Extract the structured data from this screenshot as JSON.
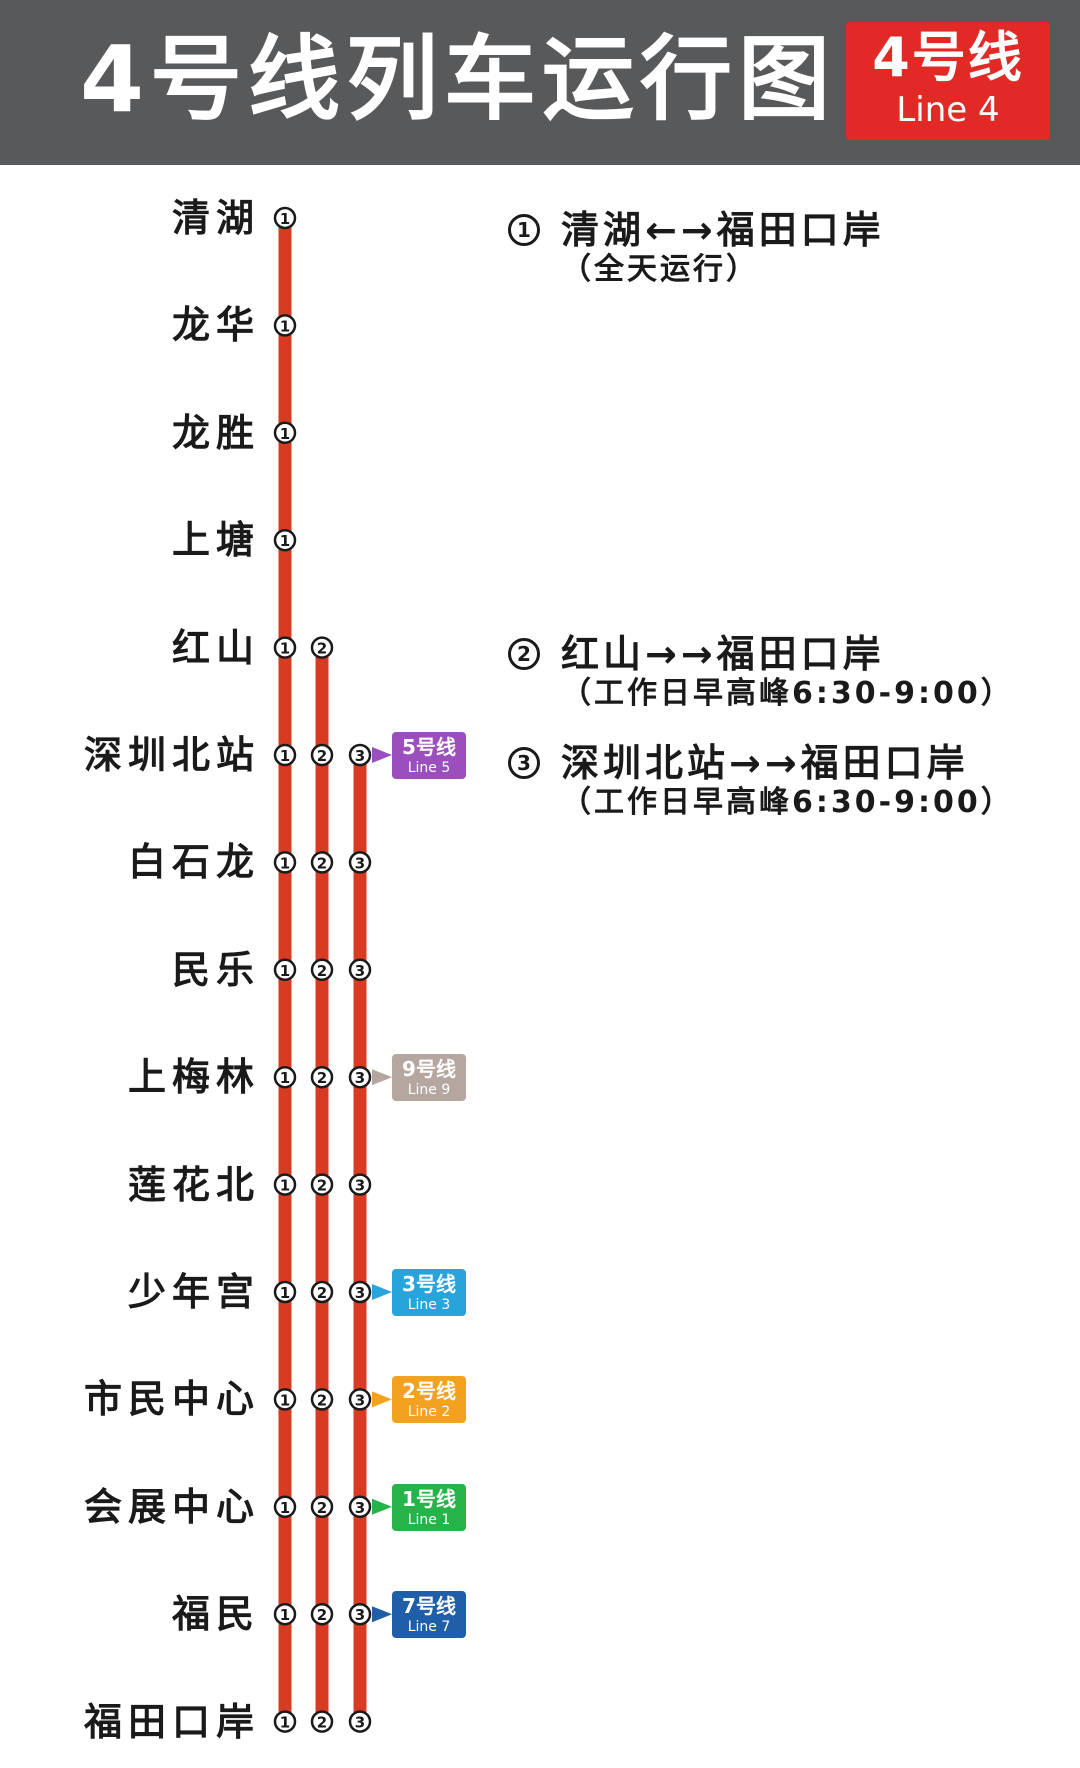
{
  "header": {
    "title": "4号线列车运行图",
    "line_badge": {
      "zh": "4号线",
      "en": "Line 4"
    }
  },
  "colors": {
    "header_bg": "#58595b",
    "line_red": "#e12a26",
    "track_red": "#d93a22"
  },
  "stations": [
    {
      "name": "清湖",
      "services": [
        "1"
      ]
    },
    {
      "name": "龙华",
      "services": [
        "1"
      ]
    },
    {
      "name": "龙胜",
      "services": [
        "1"
      ]
    },
    {
      "name": "上塘",
      "services": [
        "1"
      ]
    },
    {
      "name": "红山",
      "services": [
        "1",
        "2"
      ]
    },
    {
      "name": "深圳北站",
      "services": [
        "1",
        "2",
        "3"
      ],
      "transfer": {
        "zh": "5号线",
        "en": "Line 5",
        "color": "#9b4fbd"
      }
    },
    {
      "name": "白石龙",
      "services": [
        "1",
        "2",
        "3"
      ]
    },
    {
      "name": "民乐",
      "services": [
        "1",
        "2",
        "3"
      ]
    },
    {
      "name": "上梅林",
      "services": [
        "1",
        "2",
        "3"
      ],
      "transfer": {
        "zh": "9号线",
        "en": "Line 9",
        "color": "#b5a6a0"
      }
    },
    {
      "name": "莲花北",
      "services": [
        "1",
        "2",
        "3"
      ]
    },
    {
      "name": "少年宫",
      "services": [
        "1",
        "2",
        "3"
      ],
      "transfer": {
        "zh": "3号线",
        "en": "Line 3",
        "color": "#27a4dc"
      }
    },
    {
      "name": "市民中心",
      "services": [
        "1",
        "2",
        "3"
      ],
      "transfer": {
        "zh": "2号线",
        "en": "Line 2",
        "color": "#f3a21f"
      }
    },
    {
      "name": "会展中心",
      "services": [
        "1",
        "2",
        "3"
      ],
      "transfer": {
        "zh": "1号线",
        "en": "Line 1",
        "color": "#26b34a"
      }
    },
    {
      "name": "福民",
      "services": [
        "1",
        "2",
        "3"
      ],
      "transfer": {
        "zh": "7号线",
        "en": "Line 7",
        "color": "#1f5ea8"
      }
    },
    {
      "name": "福田口岸",
      "services": [
        "1",
        "2",
        "3"
      ]
    }
  ],
  "legend": [
    {
      "num": "1",
      "route": "清湖←→福田口岸",
      "note": "（全天运行）"
    },
    {
      "num": "2",
      "route": "红山→→福田口岸",
      "note": "（工作日早高峰6:30-9:00）"
    },
    {
      "num": "3",
      "route": "深圳北站→→福田口岸",
      "note": "（工作日早高峰6:30-9:00）"
    }
  ]
}
